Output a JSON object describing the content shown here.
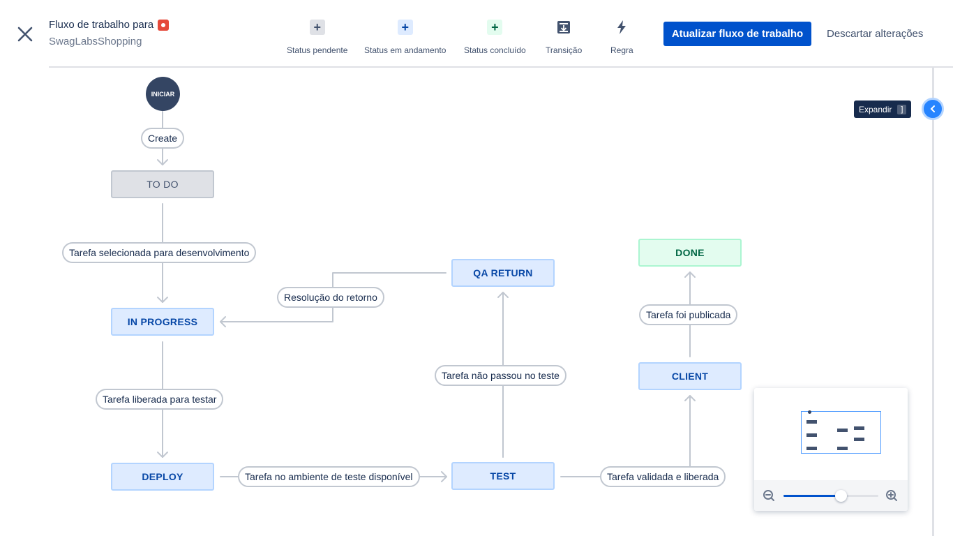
{
  "header": {
    "title": "Fluxo de trabalho para",
    "project": "SwagLabsShopping",
    "tools": [
      {
        "label": "Status pendente",
        "icon": "plus-icon"
      },
      {
        "label": "Status em andamento",
        "icon": "plus-icon"
      },
      {
        "label": "Status concluído",
        "icon": "plus-icon"
      },
      {
        "label": "Transição",
        "icon": "transition-icon"
      },
      {
        "label": "Regra",
        "icon": "lightning-icon"
      }
    ],
    "update_button": "Atualizar fluxo de trabalho",
    "discard_button": "Descartar alterações"
  },
  "workflow": {
    "start_label": "INICIAR",
    "statuses": {
      "todo": "TO DO",
      "in_progress": "IN PROGRESS",
      "qa_return": "QA RETURN",
      "done": "DONE",
      "client": "CLIENT",
      "deploy": "DEPLOY",
      "test": "TEST"
    },
    "transitions": {
      "create": "Create",
      "selected": "Tarefa selecionada para desenvolvimento",
      "resolution": "Resolução do retorno",
      "released_for_test": "Tarefa liberada para testar",
      "test_env": "Tarefa no ambiente de teste disponível",
      "failed_test": "Tarefa não passou no teste",
      "validated": "Tarefa validada e liberada",
      "published": "Tarefa foi publicada"
    }
  },
  "sidebar_toggle": {
    "tooltip": "Expandir",
    "shortcut": "]"
  },
  "minimap": {
    "zoom_level": 0.6
  },
  "colors": {
    "primary": "#0052cc",
    "todo": "#dfe1e6",
    "in_progress": "#deebff",
    "done": "#e3fcef",
    "project_icon": "#e5493a"
  }
}
